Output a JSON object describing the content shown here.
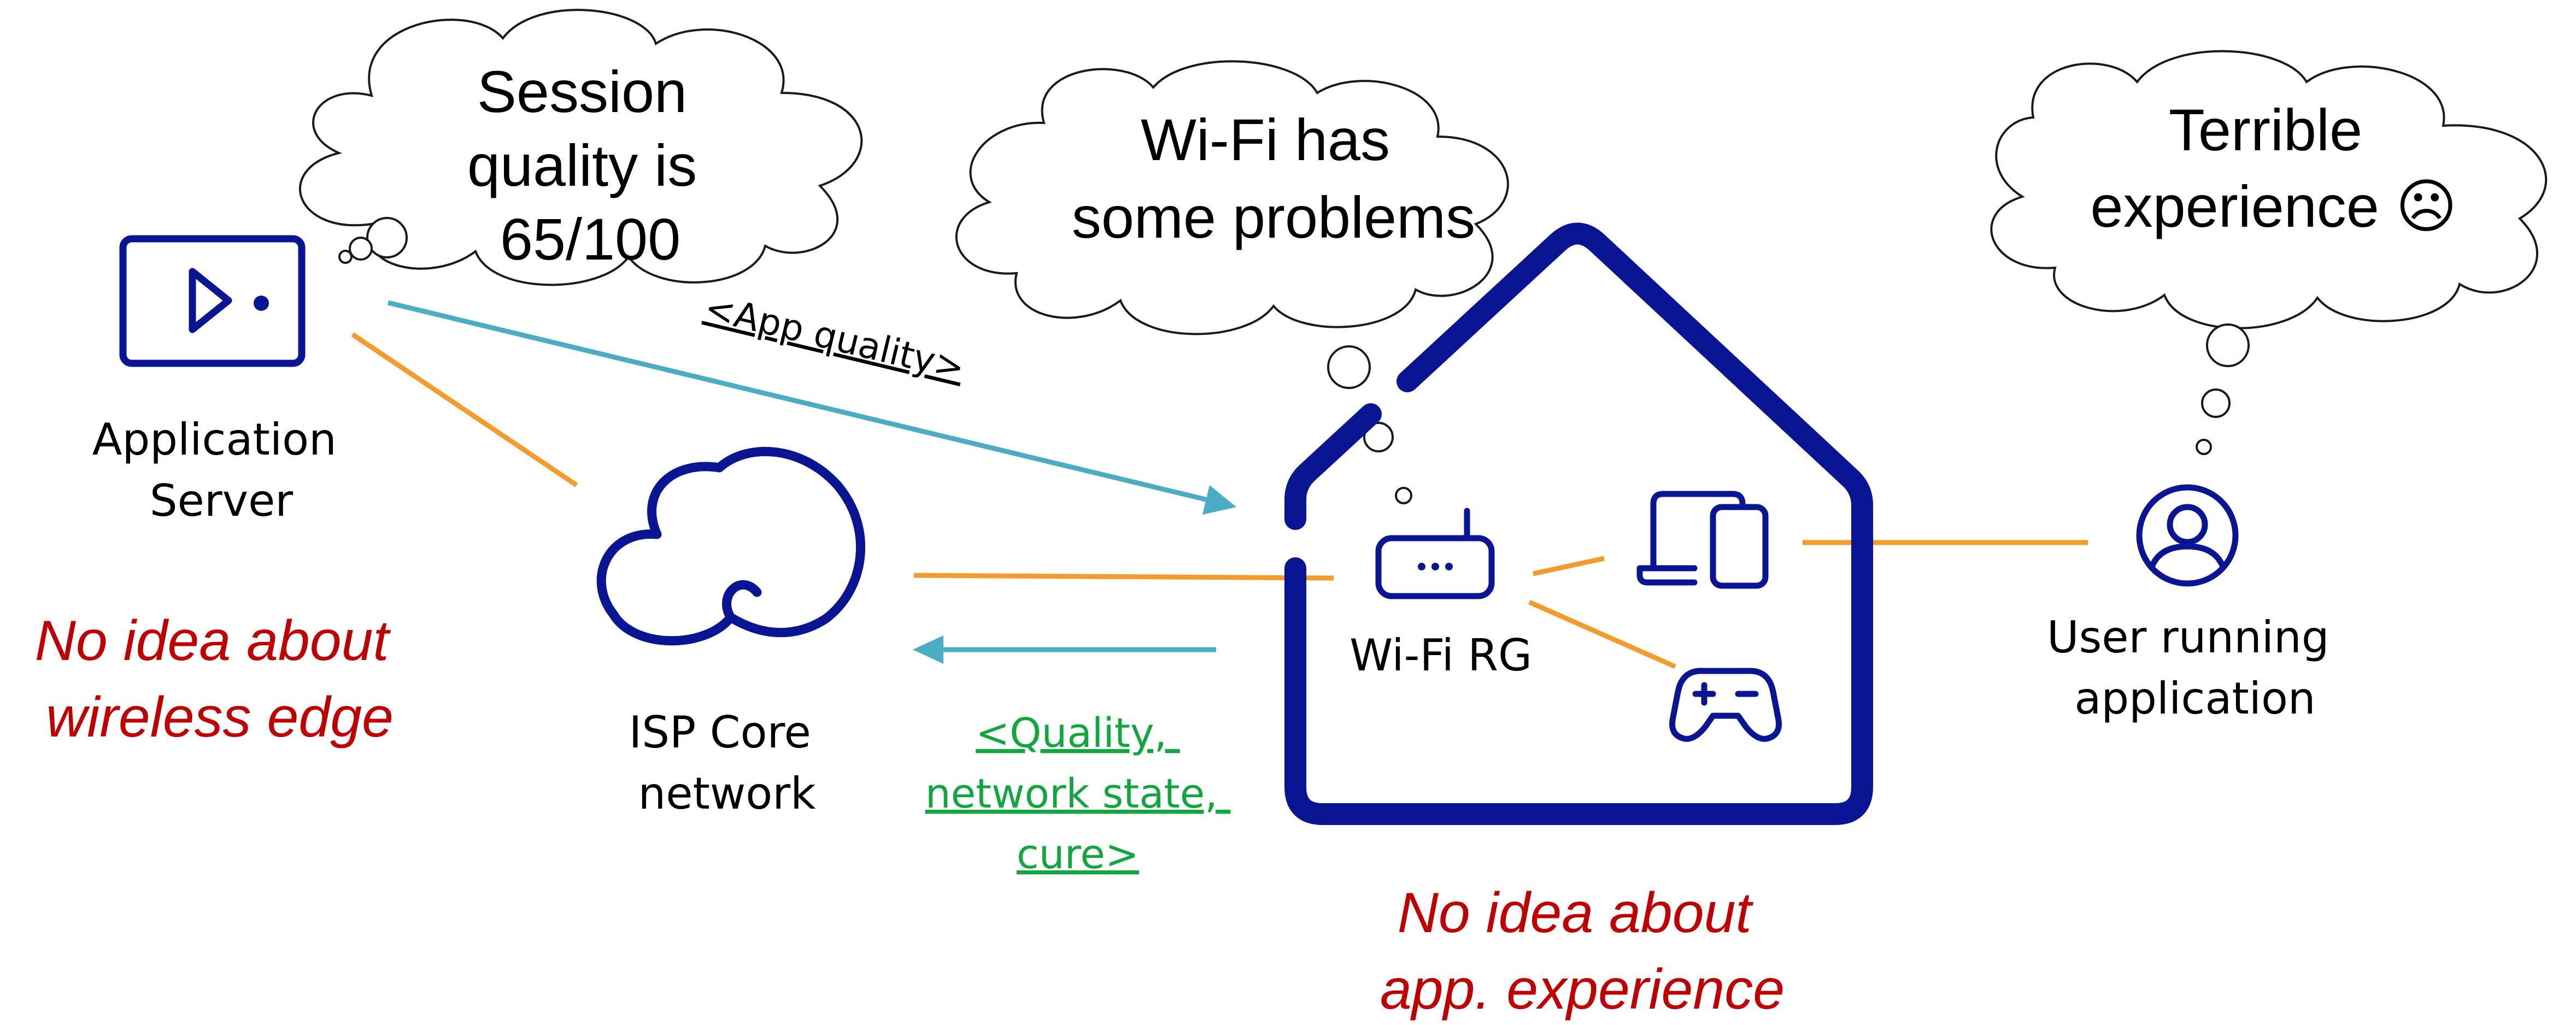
{
  "colors": {
    "navy": "#0a1593",
    "orange": "#f39c2d",
    "teal": "#4bacc6",
    "green": "#12a63f",
    "red": "#c00000",
    "text": "#000000"
  },
  "thoughts": {
    "server": {
      "lines": [
        "Session",
        "quality is",
        "65/100"
      ]
    },
    "wifi": {
      "lines": [
        "Wi-Fi has",
        "some problems"
      ]
    },
    "user": {
      "lines": [
        "Terrible",
        "experience ☹"
      ]
    }
  },
  "nodes": {
    "server": {
      "icon": "video-player-icon",
      "label": [
        "Application",
        "Server"
      ]
    },
    "isp": {
      "icon": "cloud-icon",
      "label": [
        "ISP Core",
        "network"
      ]
    },
    "router": {
      "icon": "router-icon",
      "label": "Wi-Fi RG"
    },
    "devices": {
      "icon": "laptop-phone-icon"
    },
    "gamepad": {
      "icon": "gamepad-icon"
    },
    "user": {
      "icon": "user-icon",
      "label": [
        "User running",
        "application"
      ]
    },
    "house": {
      "icon": "house-icon"
    }
  },
  "messages": {
    "app_quality": "<App quality>",
    "quality_feedback": [
      "<Quality,",
      "network state,",
      "cure>"
    ]
  },
  "notes": {
    "server_side": [
      "No idea about",
      "wireless edge"
    ],
    "home_side": [
      "No idea about",
      "app. experience"
    ]
  }
}
